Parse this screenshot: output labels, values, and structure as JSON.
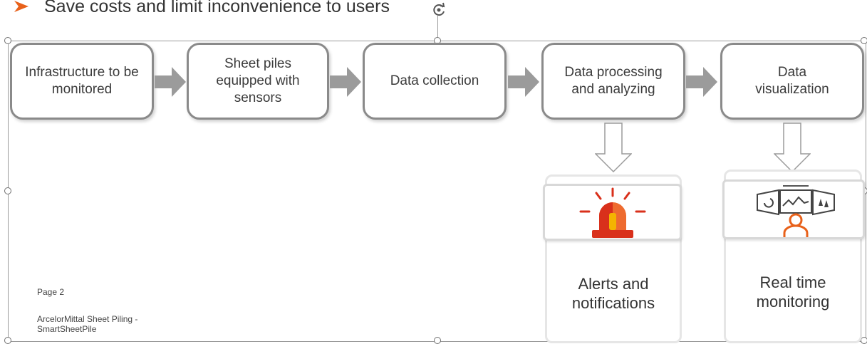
{
  "slide": {
    "bullet_text": "Save costs and limit inconvenience to users"
  },
  "flow": {
    "steps": [
      "Infrastructure to be monitored",
      "Sheet piles equipped with sensors",
      "Data collection",
      "Data processing and analyzing",
      "Data visualization"
    ]
  },
  "outputs": {
    "alerts_label": "Alerts and notifications",
    "monitoring_label": "Real time monitoring"
  },
  "footer": {
    "page": "Page 2",
    "company_line1": "ArcelorMittal Sheet Piling -",
    "company_line2": "SmartSheetPile"
  },
  "colors": {
    "bullet": "#e8611a",
    "box_border": "#8a8a8a",
    "arrow": "#9b9b9b",
    "alarm_red": "#d9301b",
    "alarm_orange": "#ee6b2f",
    "alarm_yellow": "#f4b400",
    "monitor_orange": "#e8611a"
  },
  "icons": {
    "bullet": "arrowhead-bullet-icon",
    "alerts": "siren-alarm-icon",
    "monitoring": "monitoring-operator-icon"
  }
}
